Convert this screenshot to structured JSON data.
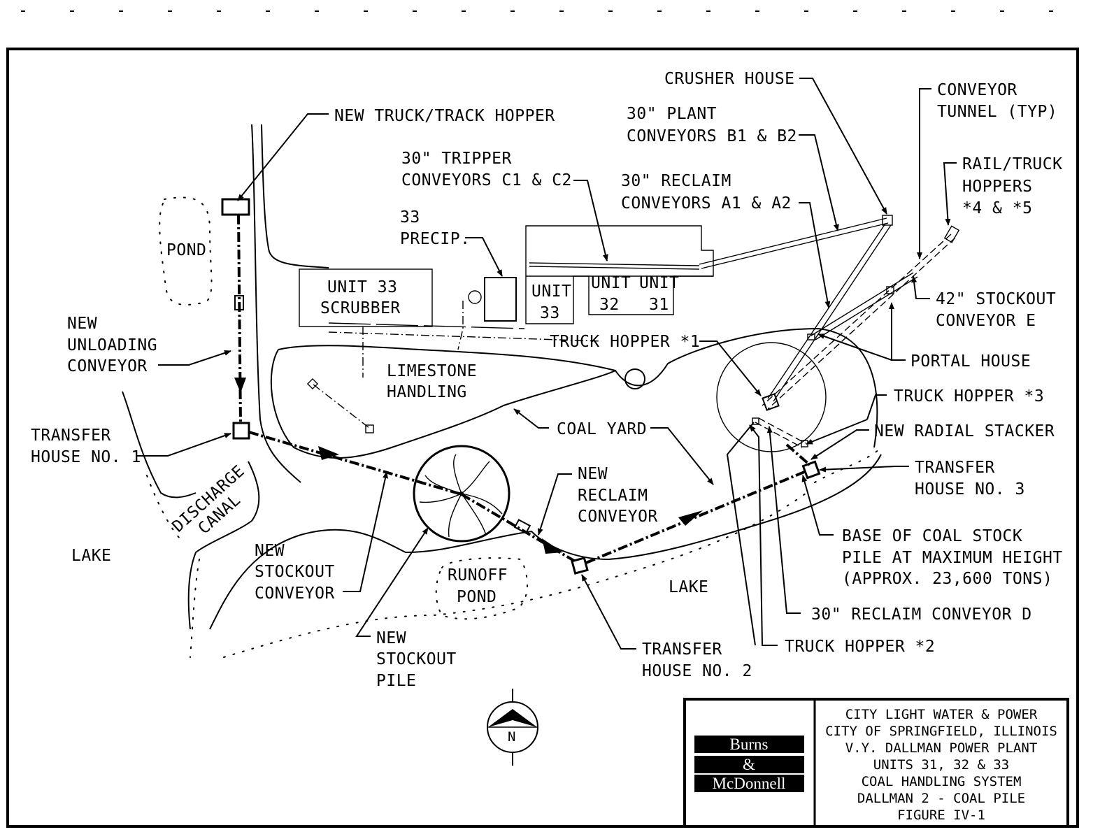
{
  "labels": {
    "new_truck_track_hopper": "NEW  TRUCK/TRACK  HOPPER",
    "pond": "POND",
    "unit33_scrubber_1": "UNIT  33",
    "unit33_scrubber_2": "SCRUBBER",
    "precip_1": "33",
    "precip_2": "PRECIP.",
    "tripper_1": "30\" TRIPPER",
    "tripper_2": "CONVEYORS  C1 &  C2",
    "plant_conv_1": "30\" PLANT",
    "plant_conv_2": "CONVEYORS  B1 &  B2",
    "reclaim_conv_1": "30\" RECLAIM",
    "reclaim_conv_2": "CONVEYORS  A1 &  A2",
    "crusher_house": "CRUSHER  HOUSE",
    "conveyor_tunnel_1": "CONVEYOR",
    "conveyor_tunnel_2": "TUNNEL  (TYP)",
    "rail_truck_1": "RAIL/TRUCK",
    "rail_truck_2": "HOPPERS",
    "rail_truck_3": "*4  &  *5",
    "stockout_e_1": "42\" STOCKOUT",
    "stockout_e_2": "CONVEYOR  E",
    "unit33": "UNIT",
    "unit33_num": "33",
    "unit32": "UNIT",
    "unit32_num": "32",
    "unit31": "UNIT",
    "unit31_num": "31",
    "new_unloading_1": "NEW",
    "new_unloading_2": "UNLOADING",
    "new_unloading_3": "CONVEYOR",
    "truck_hopper_1": "TRUCK  HOPPER  *1",
    "portal_house": "PORTAL  HOUSE",
    "limestone_1": "LIMESTONE",
    "limestone_2": "HANDLING",
    "truck_hopper_3": "TRUCK  HOPPER  *3",
    "new_radial_stacker": "NEW  RADIAL  STACKER",
    "transfer_house_1_a": "TRANSFER",
    "transfer_house_1_b": "HOUSE  NO. 1",
    "coal_yard": "COAL  YARD",
    "transfer_house_3_a": "TRANSFER",
    "transfer_house_3_b": "HOUSE  NO. 3",
    "discharge": "DISCHARGE",
    "canal": "CANAL",
    "new_reclaim_1": "NEW",
    "new_reclaim_2": "RECLAIM",
    "new_reclaim_3": "CONVEYOR",
    "base_coal_1": "BASE  OF  COAL  STOCK",
    "base_coal_2": "PILE  AT  MAXIMUM  HEIGHT",
    "base_coal_3": "(APPROX. 23,600  TONS)",
    "lake_left": "LAKE",
    "new_stockout_conv_1": "NEW",
    "new_stockout_conv_2": "STOCKOUT",
    "new_stockout_conv_3": "CONVEYOR",
    "runoff_1": "RUNOFF",
    "runoff_2": "POND",
    "lake_right": "LAKE",
    "reclaim_d": "30\" RECLAIM  CONVEYOR  D",
    "truck_hopper_2": "TRUCK  HOPPER  *2",
    "new_stockout_pile_1": "NEW",
    "new_stockout_pile_2": "STOCKOUT",
    "new_stockout_pile_3": "PILE",
    "transfer_house_2_a": "TRANSFER",
    "transfer_house_2_b": "HOUSE  NO. 2",
    "north": "N"
  },
  "logo": {
    "line1": "Burns",
    "line2": "&",
    "line3": "McDonnell"
  },
  "title_block": [
    "CITY  LIGHT  WATER  &  POWER",
    "CITY  OF  SPRINGFIELD, ILLINOIS",
    "V.Y. DALLMAN  POWER  PLANT",
    "UNITS  31, 32  &  33",
    "COAL  HANDLING  SYSTEM",
    "DALLMAN  2  -  COAL  PILE",
    "FIGURE  IV-1"
  ]
}
